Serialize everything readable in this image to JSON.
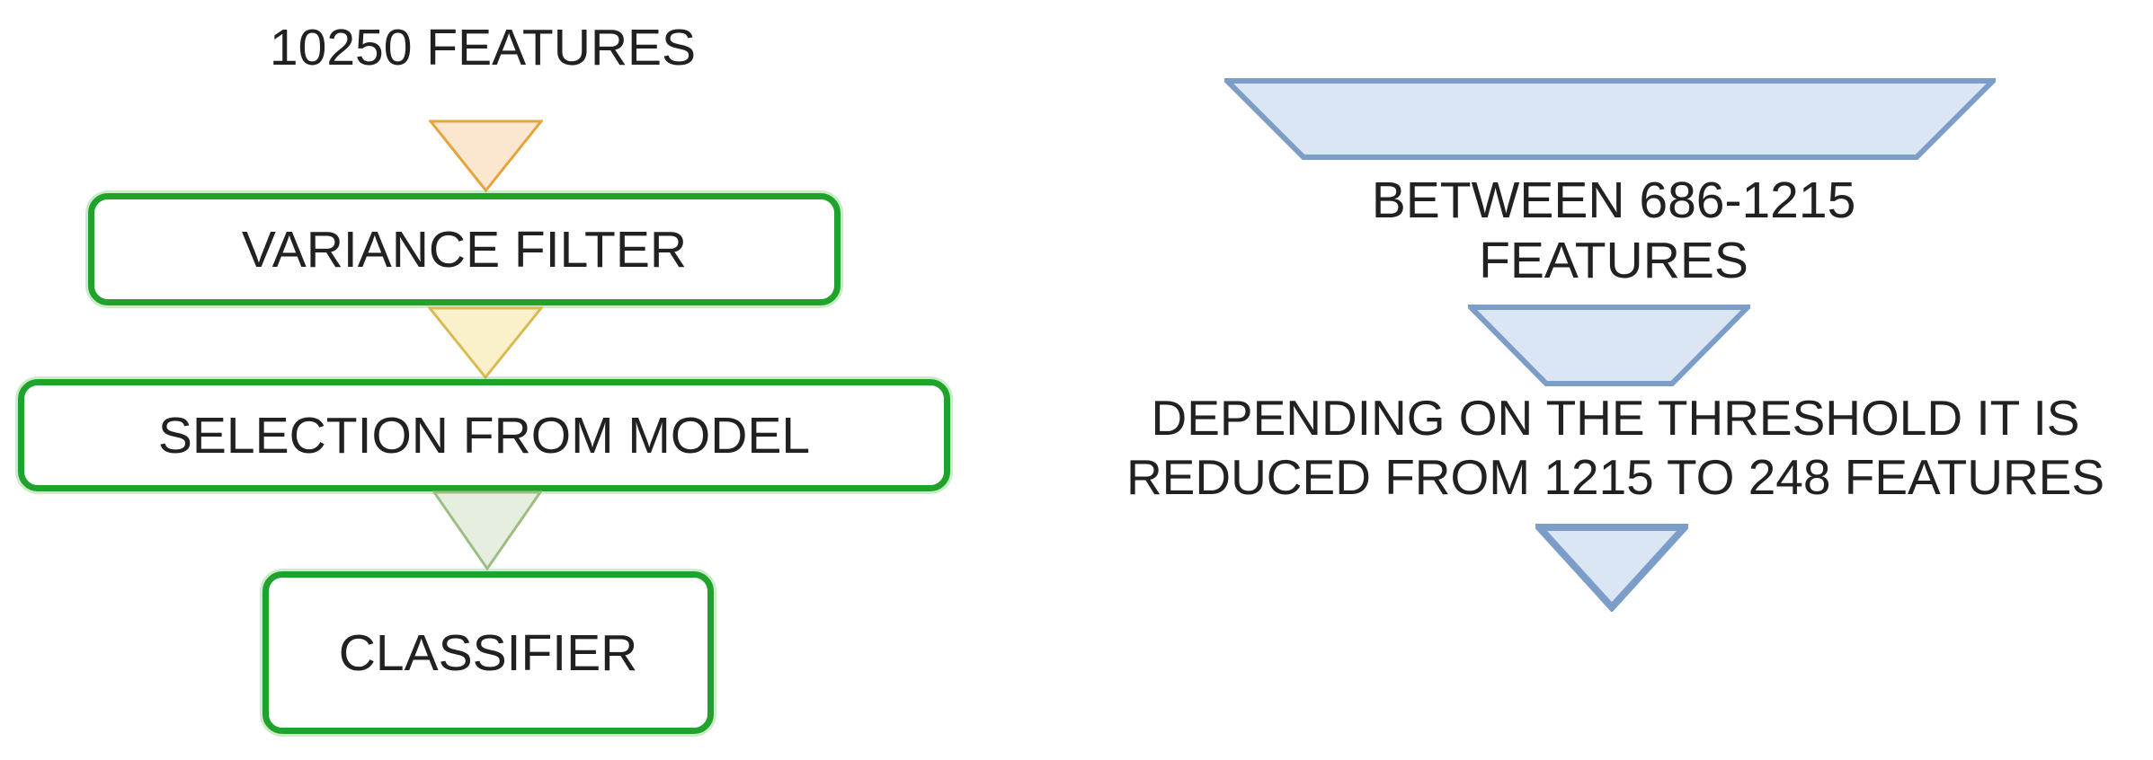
{
  "colors": {
    "background": "#ffffff",
    "text": "#212121",
    "box-border": "#1fa32c",
    "arrow1-fill": "#fbe7cf",
    "arrow1-stroke": "#e7a33b",
    "arrow2-fill": "#faf1ca",
    "arrow2-stroke": "#d8bb54",
    "arrow3-fill": "#e6eedf",
    "arrow3-stroke": "#9dbe83",
    "funnel-fill": "#dbe6f5",
    "funnel-stroke": "#7d9dc9"
  },
  "pipeline": {
    "input_label": "10250 FEATURES",
    "stages": [
      {
        "label": "VARIANCE FILTER"
      },
      {
        "label": "SELECTION FROM MODEL"
      },
      {
        "label": "CLASSIFIER"
      }
    ]
  },
  "funnel": {
    "caption1_line1": "BETWEEN 686-1215",
    "caption1_line2": "FEATURES",
    "caption2_line1": "DEPENDING ON THE THRESHOLD IT IS",
    "caption2_line2": "REDUCED FROM 1215 TO 248 FEATURES"
  }
}
